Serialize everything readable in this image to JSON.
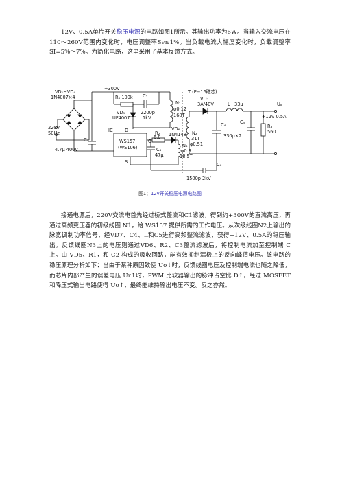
{
  "intro": {
    "before_link": "12V、0.5A单片开关",
    "link": "稳压电源",
    "after_link": "的电路如图1所示。其输出功率为6W。当输入交流电压在110～260V范围内变化时，电压调整率Sv≤1%。当负载电流大幅度变化时，负载调整率SI=5%～7%。为简化电路，这里采用了基本反馈方式。"
  },
  "figure": {
    "caption_prefix": "图1：",
    "caption_text": "12v开关稳压电源电路图",
    "labels": {
      "plus300": "+300V",
      "vd1vd4": "VD₁~VD₄",
      "bridge_part": "1N4007×4",
      "ac_in": "220V",
      "freq": "50Hz",
      "r1": "R₁ 100k",
      "c2": "C₂",
      "vd5": "VD₅",
      "vd5_part": "UF4007",
      "c2_val": "2200p",
      "c2_volt": "1kV",
      "n1": "N₁",
      "n1_wire": "φ0.12",
      "n1_turns": "168T",
      "transformer": "T (E−16磁芯)",
      "vd7": "VD₇",
      "vd7_part": "3A/40V",
      "l": "L",
      "l_val": "33μ",
      "uo": "Uₒ",
      "out": "+12V 0.5A",
      "ic": "IC",
      "d": "D",
      "r2": "R₂",
      "r2_val": "6.8",
      "vd6": "VD₆",
      "vd6_part": "1N4148",
      "chip1": "WS157",
      "chip2": "(WS106)",
      "c": "C",
      "s": "S",
      "n2": "N₂",
      "n2_turns": "31T",
      "n2_wire": "φ0.51",
      "c4": "C₄",
      "c5": "C₅",
      "c45_val": "330μ×2",
      "r3": "R₃",
      "r3_val": "560",
      "c1": "C₁",
      "c1_val": "4.7μ 400V",
      "c3": "C₃",
      "c3_val": "47μ",
      "n3": "N₃",
      "n3_wire": "φ0.3",
      "n3_turns": "18.5T",
      "c6": "C₆",
      "c6_val": "1500p 2kV"
    }
  },
  "body": "接通电源后，220V交流电首先经过桥式整流和C1滤波，得到约+300V的直流高压，再通过高频变压器的初级线圈 N1，给 WS157 提供所需的工作电压。从次级线圈N2上输出的脉宽调制功率信号，经VD7、C4、L和C5进行高频整流滤波，获得+12V、0.5A的稳压输出。反馈线圈N3上的电压则通过VD6、R2、C3整流滤波后，将控制电流加至控制端 C 上。由 VD5、R1，和 C2 构成的吸收回路，能有效抑制漏极上的反向峰值电压。该电路的稳压原理分析如下：当由于某种原因致使 Uo↓时，反馈线圈电压及控制端电流也随之降低，而芯片内部产生的误差电压 Ur↑时，PWM 比较器输出的脉冲占空比 D↑，经过 MOSFET 和降压式输出电路使得 Uo↑，最终能维持输出电压不变。反之亦然。"
}
